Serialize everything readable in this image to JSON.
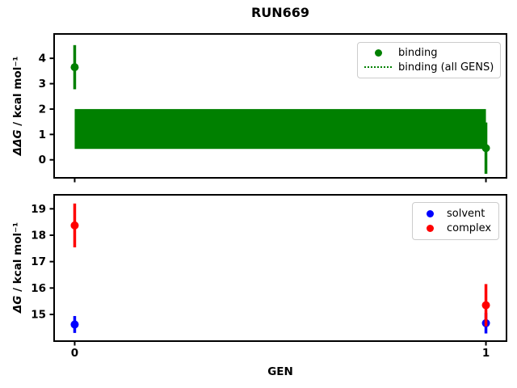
{
  "title": "RUN669",
  "background_color": "#ffffff",
  "colors": {
    "binding": "#008000",
    "solvent": "#0000ff",
    "complex": "#ff0000",
    "axis": "#000000"
  },
  "chart_data": [
    {
      "type": "scatter",
      "subplot": "top",
      "ylabel": "ΔΔG / kcal mol⁻¹",
      "ylabel_var": "ΔΔG",
      "ylabel_rest": " / kcal mol⁻¹",
      "xlim": [
        -0.05,
        1.05
      ],
      "ylim": [
        -0.71,
        4.96
      ],
      "yticks": [
        0,
        1,
        2,
        3,
        4
      ],
      "xticks": [
        0,
        1
      ],
      "xtick_labels": null,
      "grid": false,
      "series": [
        {
          "name": "binding",
          "color": "#008000",
          "marker": "circle",
          "points": [
            {
              "x": 0,
              "y": 3.65,
              "ylo": 2.78,
              "yhi": 4.52
            },
            {
              "x": 1,
              "y": 0.46,
              "ylo": -0.55,
              "yhi": 1.47
            }
          ]
        },
        {
          "name": "binding (all GENS)",
          "color": "#008000",
          "style": "band",
          "band": {
            "x0": 0,
            "x1": 1,
            "ylo": 0.43,
            "yhi": 2.0
          }
        }
      ],
      "legend": {
        "position": "upper right",
        "entries": [
          {
            "label": "binding",
            "marker": "dot",
            "color": "#008000"
          },
          {
            "label": "binding (all GENS)",
            "marker": "dotted-line",
            "color": "#008000"
          }
        ]
      }
    },
    {
      "type": "scatter",
      "subplot": "bottom",
      "ylabel": "ΔG / kcal mol⁻¹",
      "ylabel_var": "ΔG",
      "ylabel_rest": " / kcal mol⁻¹",
      "xlabel": "GEN",
      "xlim": [
        -0.05,
        1.05
      ],
      "ylim": [
        13.99,
        19.53
      ],
      "yticks": [
        15,
        16,
        17,
        18,
        19
      ],
      "xticks": [
        0,
        1
      ],
      "xtick_labels": [
        "0",
        "1"
      ],
      "grid": false,
      "series": [
        {
          "name": "solvent",
          "color": "#0000ff",
          "marker": "circle",
          "points": [
            {
              "x": 0,
              "y": 14.62,
              "ylo": 14.3,
              "yhi": 14.94
            },
            {
              "x": 1,
              "y": 14.67,
              "ylo": 14.28,
              "yhi": 15.06
            }
          ]
        },
        {
          "name": "complex",
          "color": "#ff0000",
          "marker": "circle",
          "points": [
            {
              "x": 0,
              "y": 18.37,
              "ylo": 17.54,
              "yhi": 19.2
            },
            {
              "x": 1,
              "y": 15.35,
              "ylo": 14.55,
              "yhi": 16.15
            }
          ]
        }
      ],
      "legend": {
        "position": "upper right",
        "entries": [
          {
            "label": "solvent",
            "marker": "dot",
            "color": "#0000ff"
          },
          {
            "label": "complex",
            "marker": "dot",
            "color": "#ff0000"
          }
        ]
      }
    }
  ]
}
